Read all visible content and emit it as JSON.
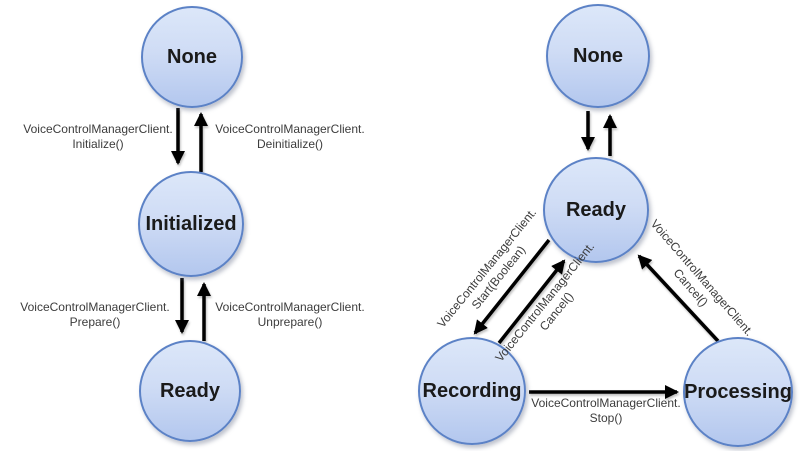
{
  "colors": {
    "node_fill_top": "#dce7f9",
    "node_fill_bottom": "#b3c7ee",
    "node_border": "#5c82c6",
    "arrow": "#000000",
    "label_text": "#3c3c3c",
    "background": "#ffffff"
  },
  "left_diagram": {
    "states": [
      "None",
      "Initialized",
      "Ready"
    ],
    "transitions": [
      {
        "from": "None",
        "to": "Initialized",
        "line1": "VoiceControlManagerClient.",
        "line2": "Initialize()"
      },
      {
        "from": "Initialized",
        "to": "None",
        "line1": "VoiceControlManagerClient.",
        "line2": "Deinitialize()"
      },
      {
        "from": "Initialized",
        "to": "Ready",
        "line1": "VoiceControlManagerClient.",
        "line2": "Prepare()"
      },
      {
        "from": "Ready",
        "to": "Initialized",
        "line1": "VoiceControlManagerClient.",
        "line2": "Unprepare()"
      }
    ]
  },
  "right_diagram": {
    "states": [
      "None",
      "Ready",
      "Recording",
      "Processing"
    ],
    "transitions": [
      {
        "from": "None",
        "to": "Ready"
      },
      {
        "from": "Ready",
        "to": "None"
      },
      {
        "from": "Ready",
        "to": "Recording",
        "line1": "VoiceControlManagerClient.",
        "line2": "Start(Boolean)"
      },
      {
        "from": "Recording",
        "to": "Ready",
        "line1": "VoiceControlManagerClient.",
        "line2": "Cancel()"
      },
      {
        "from": "Processing",
        "to": "Ready",
        "line1": "VoiceControlManagerClient.",
        "line2": "Cancel()"
      },
      {
        "from": "Recording",
        "to": "Processing",
        "line1": "VoiceControlManagerClient.",
        "line2": "Stop()"
      }
    ]
  }
}
